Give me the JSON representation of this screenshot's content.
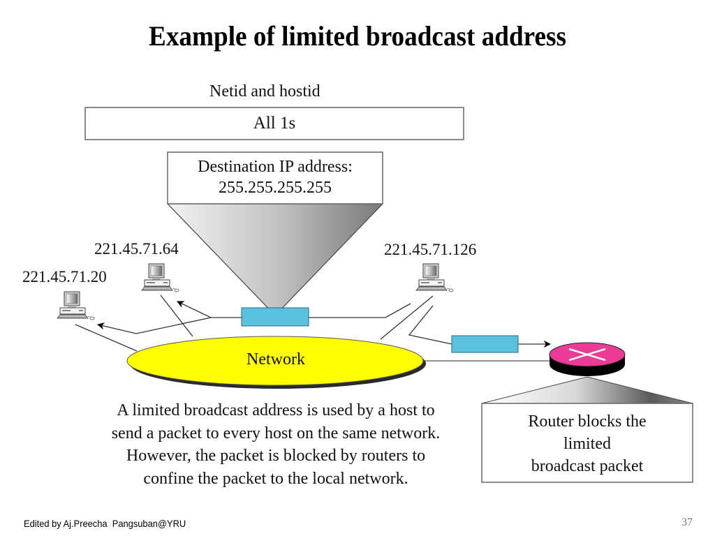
{
  "slide": {
    "title": "Example of limited broadcast address",
    "footer": "Edited by Aj.Preecha  Pangsuban@YRU",
    "page_number": "37"
  },
  "diagram": {
    "header_label": "Netid and hostid",
    "address_box": "All 1s",
    "destination": {
      "line1": "Destination IP address:",
      "line2": "255.255.255.255"
    },
    "hosts": [
      {
        "ip": "221.45.71.20",
        "icon": "computer-icon"
      },
      {
        "ip": "221.45.71.64",
        "icon": "computer-icon"
      },
      {
        "ip": "221.45.71.126",
        "icon": "computer-icon"
      }
    ],
    "network_label": "Network",
    "router": {
      "icon": "router-icon",
      "callout": {
        "line1": "Router blocks the",
        "line2": "limited",
        "line3": "broadcast packet"
      }
    },
    "description": [
      "A limited broadcast address is used by a host to",
      "send a packet to every host on the same network.",
      "However, the packet is blocked by routers to",
      "confine the packet to the local network."
    ],
    "colors": {
      "network": "#ffff00",
      "packet": "#5bc0de",
      "router": "#ec3b97"
    }
  }
}
